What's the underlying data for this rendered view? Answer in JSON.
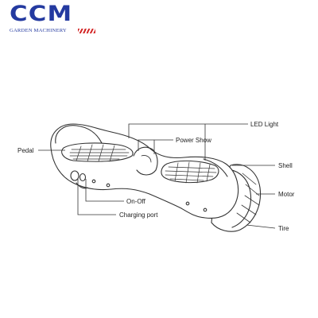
{
  "logo": {
    "brand": "CCM",
    "tagline": "GARDEN MACHINERY",
    "colors": {
      "brand": "#243aa0",
      "accent": "#d42b2b"
    }
  },
  "diagram": {
    "labels": {
      "led_light": "LED Light",
      "power_show": "Power Show",
      "pedal": "Pedal",
      "shell": "Shell",
      "motor": "Motor",
      "on_off": "On-Off",
      "charging_port": "Charging port",
      "tire": "Tire"
    }
  }
}
